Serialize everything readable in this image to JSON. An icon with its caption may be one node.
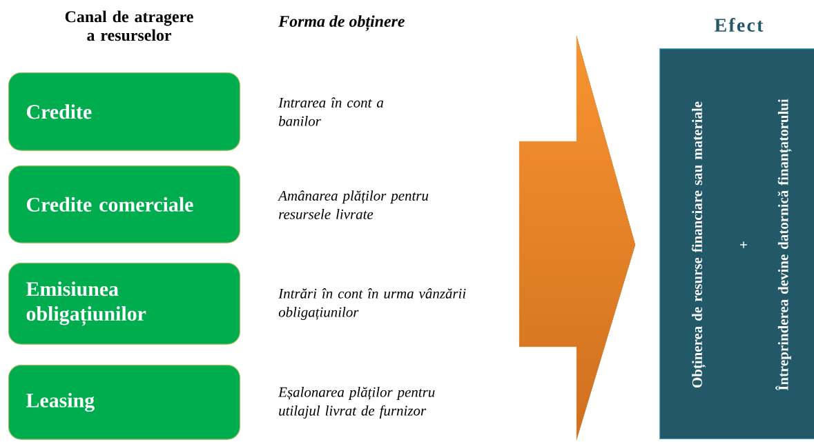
{
  "diagram": {
    "nodes": [
      {
        "text": [
          "Credite"
        ],
        "beside": [
          "Intrarea în cont a banilor"
        ]
      },
      {
        "text": [
          "Credite comerciale"
        ],
        "beside": [
          "Amânarea plăților pentru resursele livrate"
        ]
      },
      {
        "text": [
          "Emisiunea obligațiunilor"
        ],
        "beside": [
          "Intrări în cont în urma vânzării obligațiunilor"
        ]
      },
      {
        "text": [
          "Leasing"
        ],
        "beside": [
          "Eșalonarea plăților pentru utilajul livrat de furnizor"
        ]
      },
      {
        "text": [],
        "shape": "arrow"
      },
      {
        "text": [
          "Efect",
          "Obținerea de resurse financiare sau materiale",
          "+",
          "Întreprinderea devine datornică finanțatorului"
        ]
      }
    ],
    "labels": [
      "Canal de atragere a resurselor",
      "Forma de obținere"
    ]
  }
}
